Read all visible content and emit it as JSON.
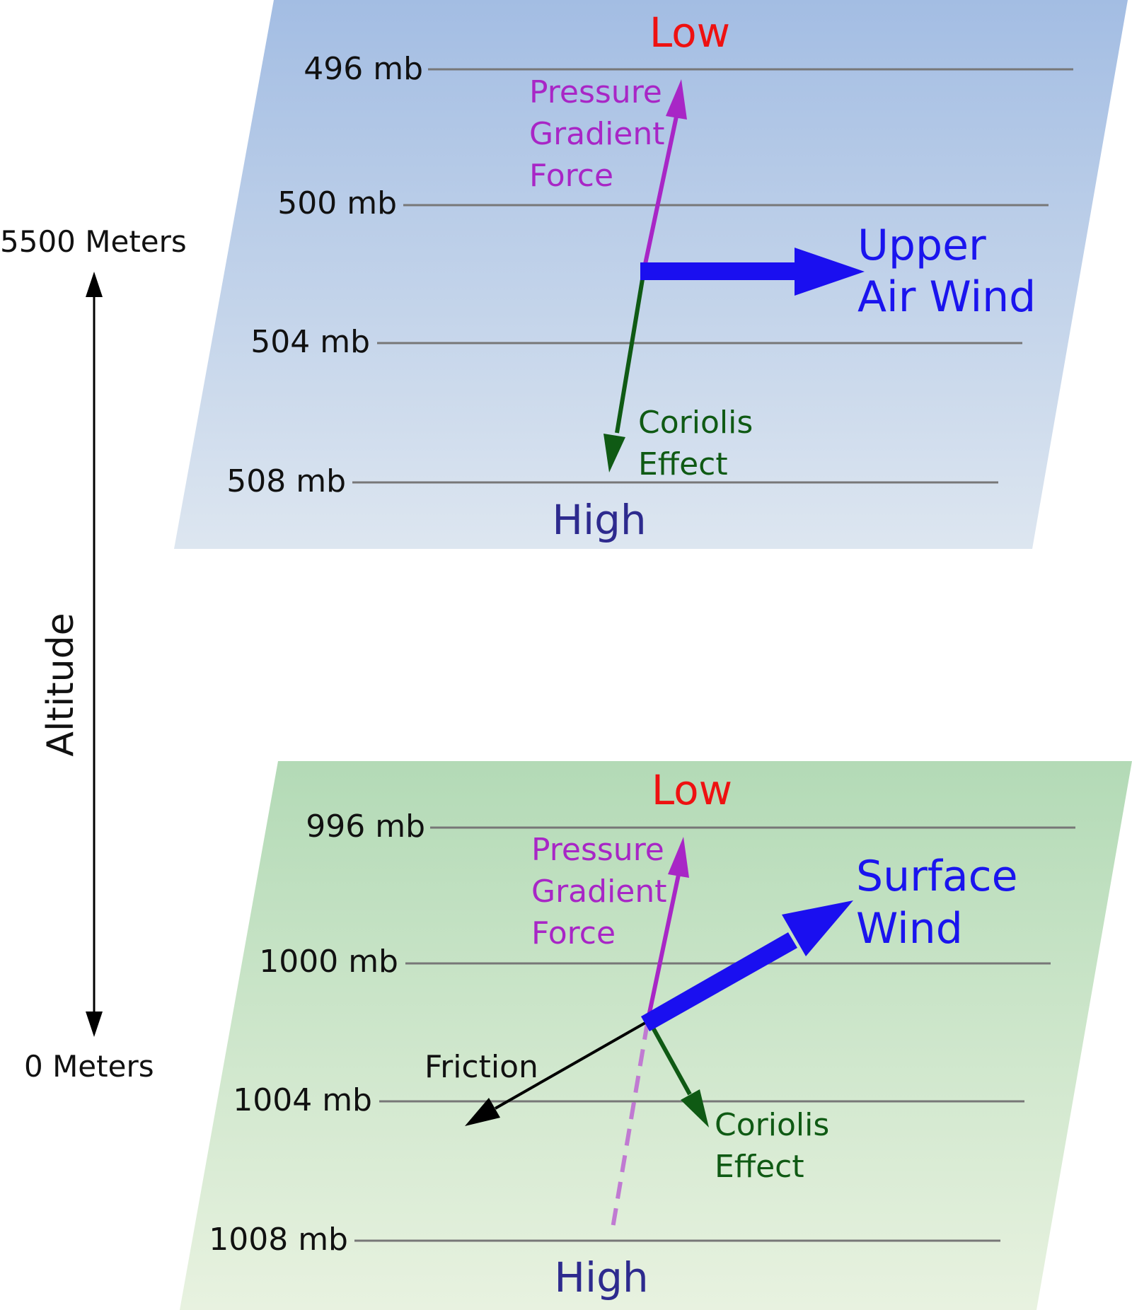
{
  "altitude_axis": {
    "label": "Altitude",
    "top_label": "5500 Meters",
    "bottom_label": "0 Meters"
  },
  "upper_plane": {
    "low_label": "Low",
    "high_label": "High",
    "isobars": [
      "496 mb",
      "500 mb",
      "504 mb",
      "508 mb"
    ],
    "pgf_lines": [
      "Pressure",
      "Gradient",
      "Force"
    ],
    "coriolis_lines": [
      "Coriolis",
      "Effect"
    ],
    "wind_lines": [
      "Upper",
      "Air Wind"
    ],
    "colors": {
      "plane_top": "#a3bde3",
      "plane_bottom": "#dde6f0"
    }
  },
  "lower_plane": {
    "low_label": "Low",
    "high_label": "High",
    "isobars": [
      "996 mb",
      "1000 mb",
      "1004 mb",
      "1008 mb"
    ],
    "pgf_lines": [
      "Pressure",
      "Gradient",
      "Force"
    ],
    "coriolis_lines": [
      "Coriolis",
      "Effect"
    ],
    "wind_lines": [
      "Surface",
      "Wind"
    ],
    "friction_label": "Friction",
    "colors": {
      "plane_top": "#b3dab6",
      "plane_bottom": "#e8f2e0"
    }
  },
  "colors": {
    "pressure_gradient": "#a826c6",
    "coriolis": "#0f5a14",
    "wind": "#1a0ff0",
    "friction": "#000000",
    "low": "#ee1111",
    "high": "#2d2a8e",
    "isobar": "#777777"
  }
}
